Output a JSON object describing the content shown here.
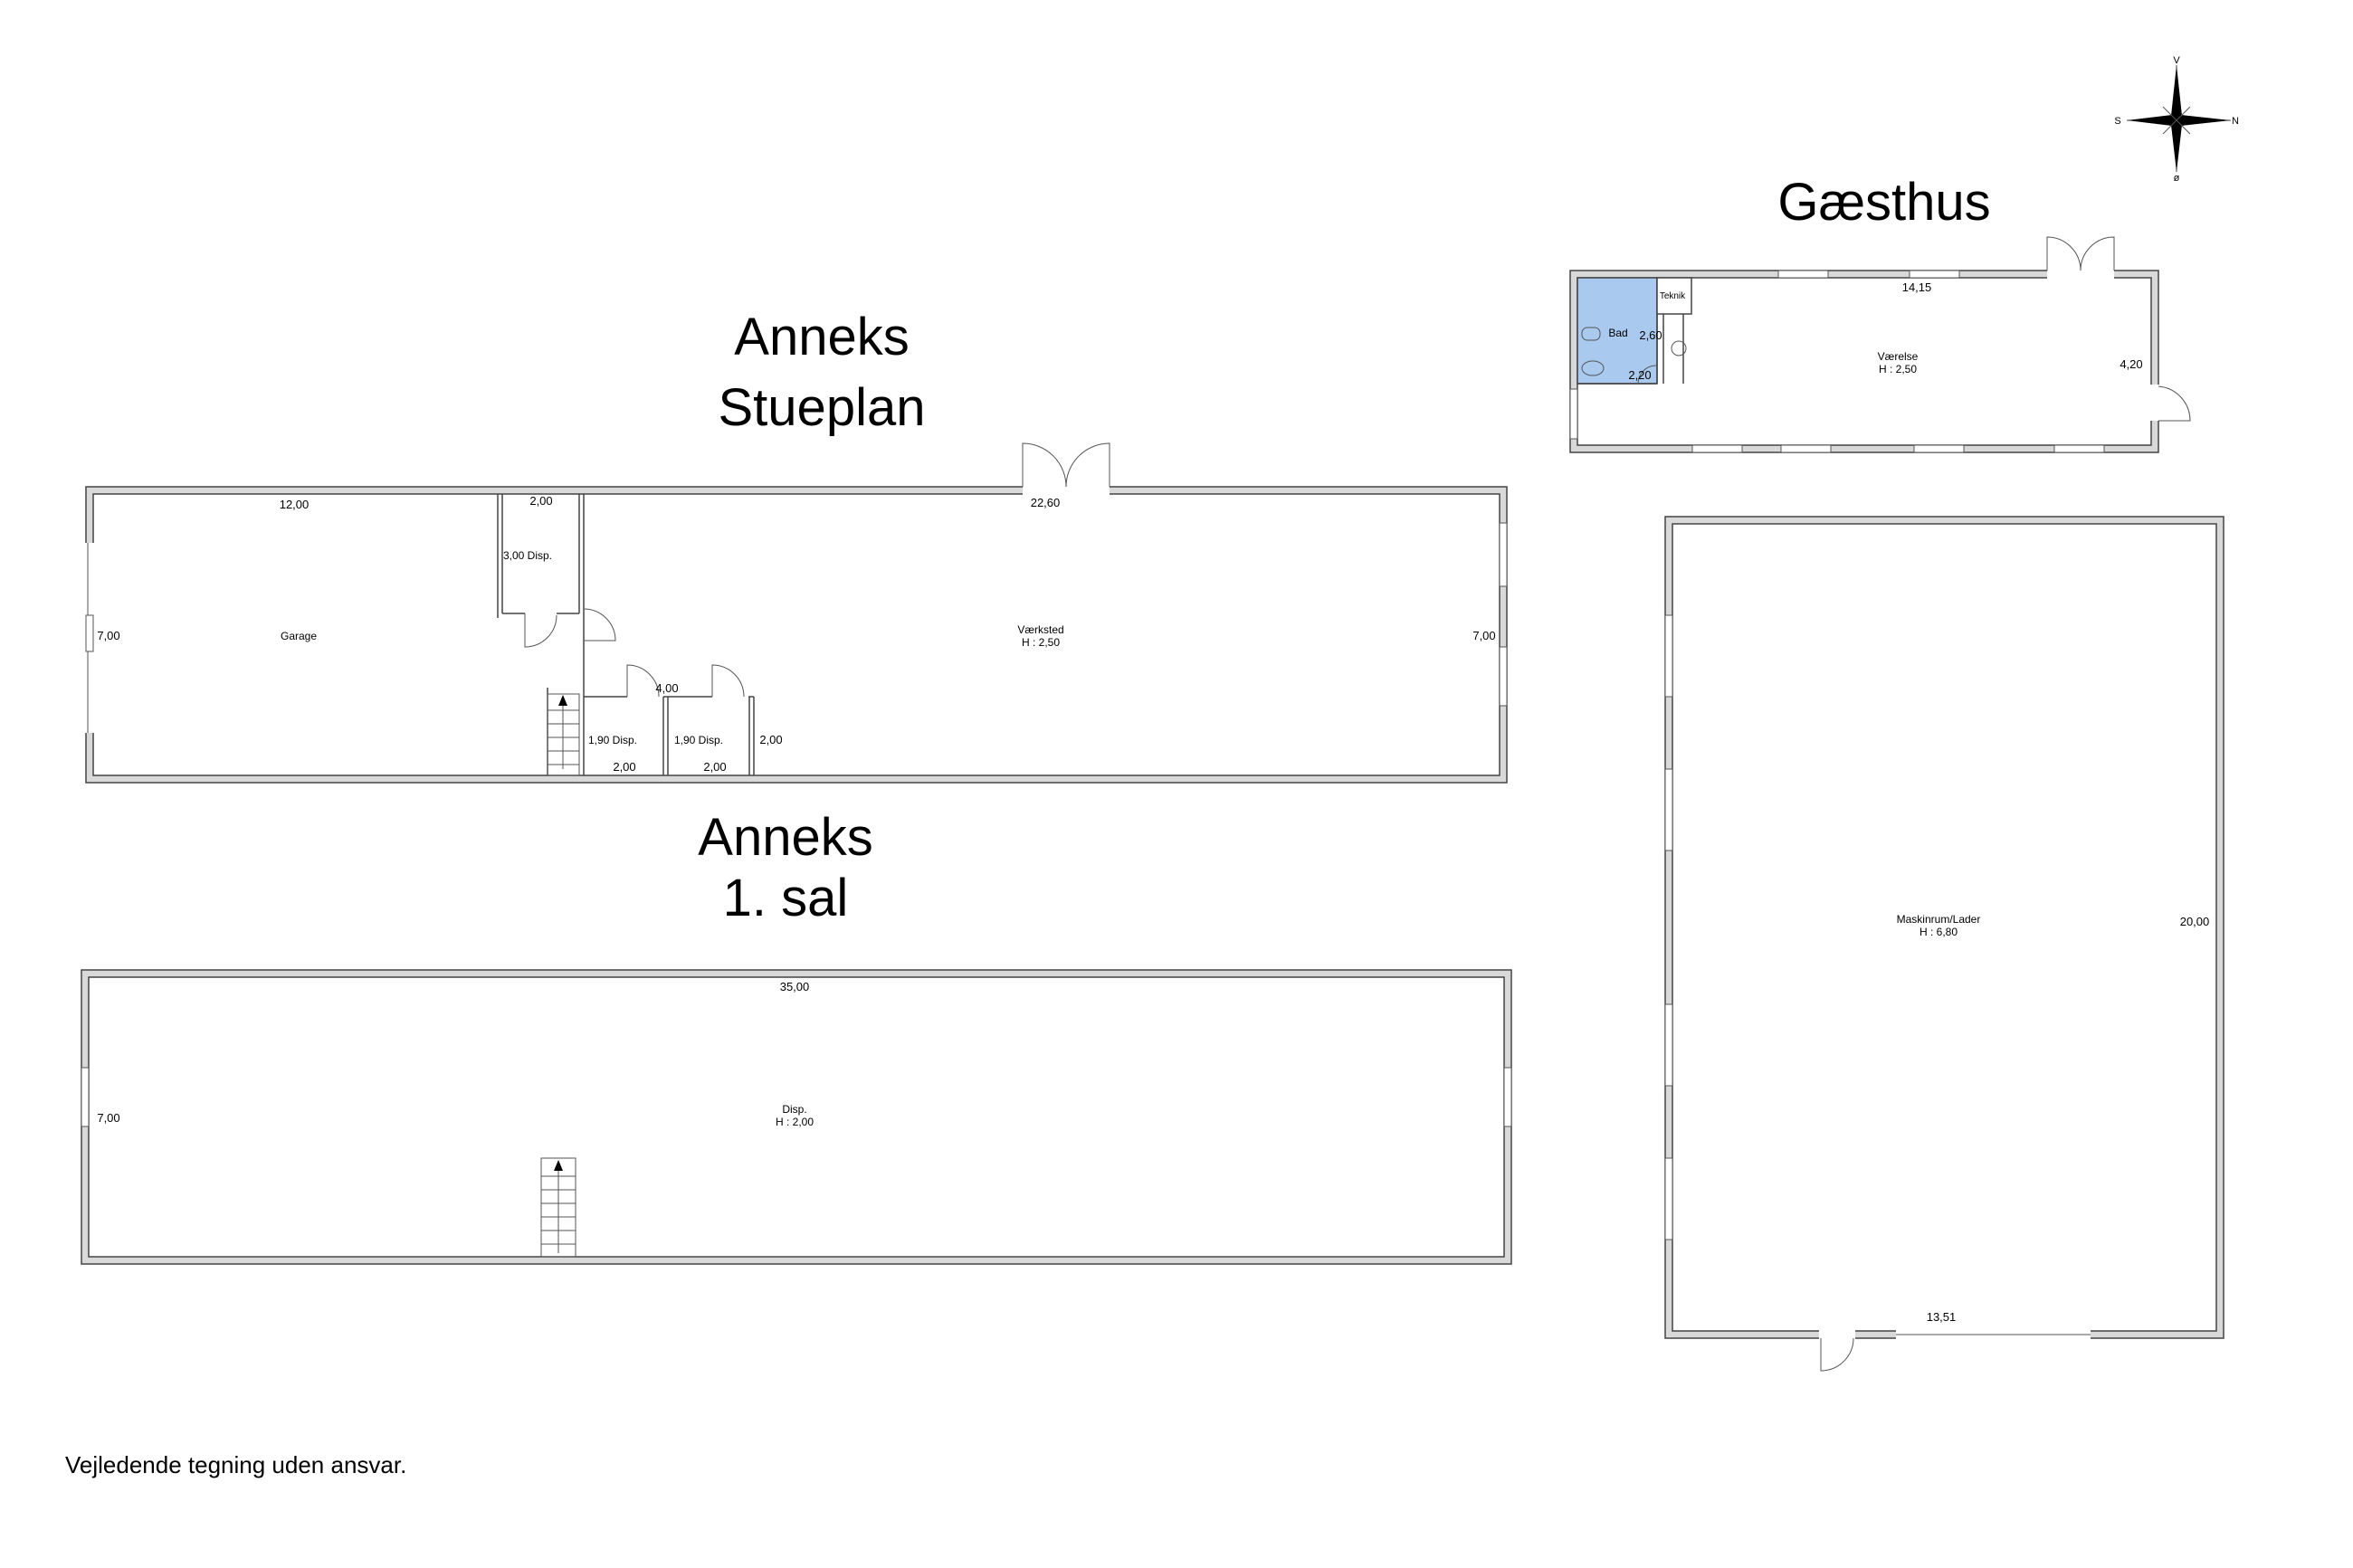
{
  "titles": {
    "anneks_stueplan_line1": "Anneks",
    "anneks_stueplan_line2": "Stueplan",
    "anneks_1sal_line1": "Anneks",
    "anneks_1sal_line2": "1. sal",
    "gaesthus": "Gæsthus"
  },
  "compass": {
    "north": "N",
    "south": "S",
    "west": "V",
    "east": "ø"
  },
  "anneks_stueplan": {
    "garage": {
      "name": "Garage",
      "width": "12,00",
      "depth": "7,00"
    },
    "disp_top": {
      "name": "3,00  Disp.",
      "width": "2,00"
    },
    "vaerksted": {
      "name": "Værksted",
      "height": "H : 2,50",
      "width": "22,60",
      "depth": "7,00"
    },
    "small_disp_1": {
      "label": "1,90  Disp.",
      "width": "2,00"
    },
    "small_disp_2": {
      "label": "1,90  Disp.",
      "width": "2,00"
    },
    "small_disp_group_width": "4,00",
    "small_disp_2_side": "2,00"
  },
  "anneks_1sal": {
    "disp": {
      "name": "Disp.",
      "height": "H : 2,00",
      "width": "35,00",
      "depth": "7,00"
    }
  },
  "gaesthus": {
    "vaerelse": {
      "name": "Værelse",
      "height": "H : 2,50",
      "width": "14,15",
      "depth": "4,20"
    },
    "bad": {
      "name": "Bad",
      "width": "2,60",
      "depth": "2,20",
      "color": "#a9c9ef"
    },
    "teknik": {
      "name": "Teknik"
    }
  },
  "maskinrum": {
    "name": "Maskinrum/Lader",
    "height": "H : 6,80",
    "width": "13,51",
    "depth": "20,00"
  },
  "disclaimer": "Vejledende tegning uden ansvar."
}
